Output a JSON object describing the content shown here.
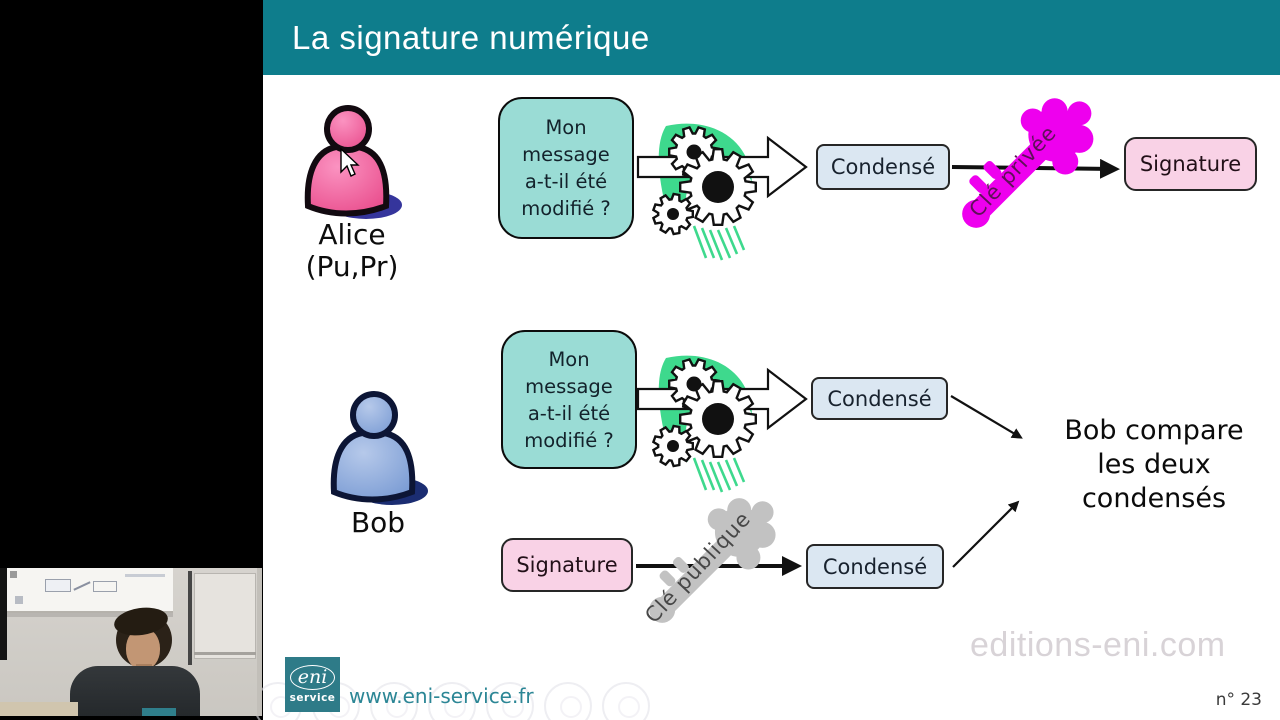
{
  "header": {
    "title": "La signature numérique"
  },
  "colors": {
    "header_teal": "#0e7d8c",
    "box_teal": "#9adcd5",
    "box_blue": "#dbe7f2",
    "box_pink": "#f9d2e6",
    "key_magenta": "#ee00ee",
    "key_gray": "#c2c2c2",
    "gear_green": "#3ed98d",
    "logo_teal": "#2e7b88"
  },
  "actors": {
    "alice": {
      "name": "Alice",
      "keys": "(Pu,Pr)"
    },
    "bob": {
      "name": "Bob"
    }
  },
  "message_question": "Mon\nmessage\na-t-il été\nmodifié ?",
  "labels": {
    "condense1": "Condensé",
    "condense2": "Condensé",
    "condense3": "Condensé",
    "signature1": "Signature",
    "signature2": "Signature",
    "key_private": "Clé privée",
    "key_public": "Clé publique"
  },
  "compare": "Bob compare\nles deux\ncondensés",
  "icons": {
    "gears": "hash-gears-icon",
    "private_key": "private-key-icon",
    "public_key": "public-key-icon",
    "cursor": "mouse-cursor-icon"
  },
  "footer": {
    "logo_top": "eni",
    "logo_bottom": "service",
    "url": "www.eni-service.fr",
    "watermark": "editions-eni.com",
    "page_number": "n° 23"
  }
}
